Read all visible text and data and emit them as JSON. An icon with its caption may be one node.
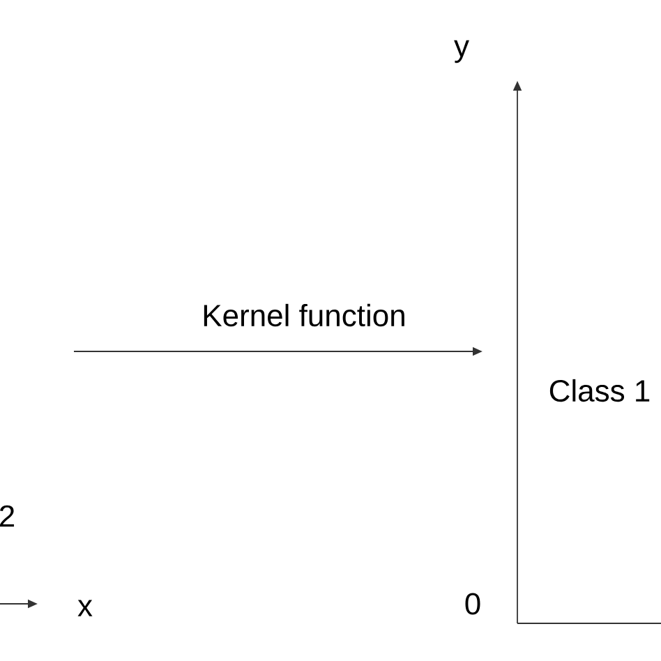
{
  "diagram": {
    "labels": [
      "y",
      "Kernel function",
      "Class 1",
      "2",
      "x",
      "0"
    ]
  }
}
